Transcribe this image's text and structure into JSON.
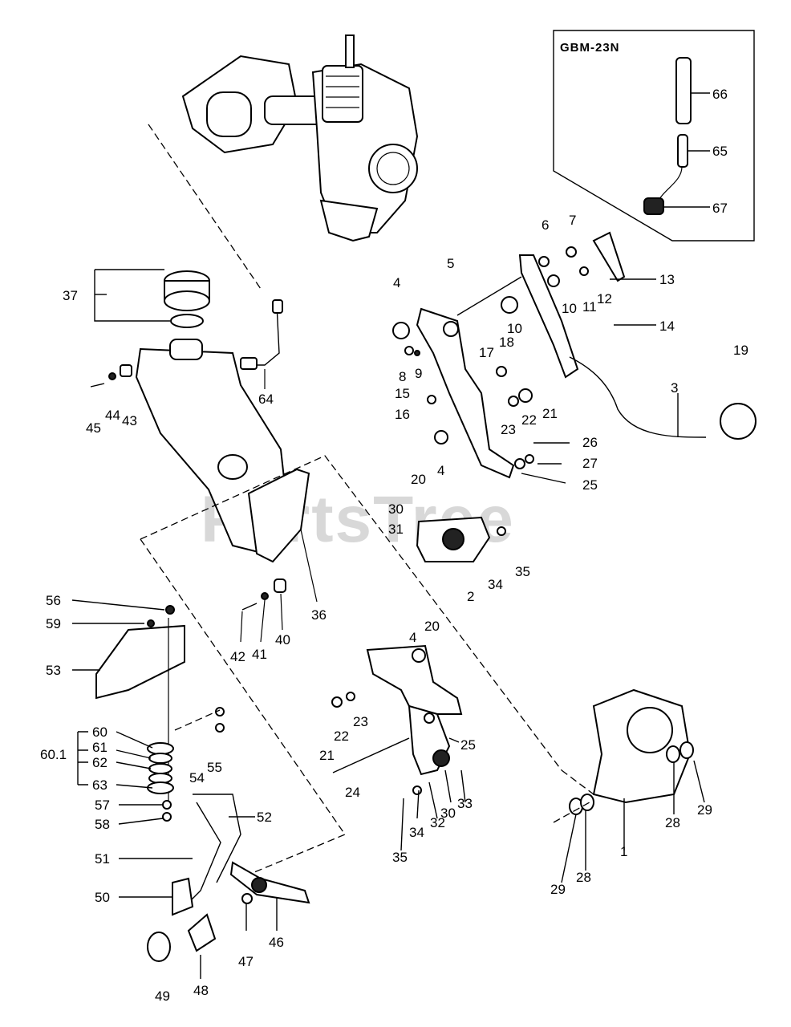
{
  "inset": {
    "title": "GBM-23N"
  },
  "watermark": "PartsTree",
  "callouts": [
    "1",
    "2",
    "3",
    "4",
    "5",
    "6",
    "7",
    "8",
    "9",
    "10",
    "11",
    "12",
    "13",
    "14",
    "15",
    "16",
    "17",
    "18",
    "19",
    "20",
    "21",
    "22",
    "23",
    "24",
    "25",
    "26",
    "27",
    "28",
    "29",
    "30",
    "31",
    "32",
    "33",
    "34",
    "35",
    "36",
    "37",
    "40",
    "41",
    "42",
    "43",
    "44",
    "45",
    "46",
    "47",
    "48",
    "49",
    "50",
    "51",
    "52",
    "53",
    "54",
    "55",
    "56",
    "57",
    "58",
    "59",
    "60",
    "60.1",
    "61",
    "62",
    "63",
    "64",
    "65",
    "66",
    "67"
  ],
  "labels": {
    "l66": "66",
    "l65": "65",
    "l67": "67",
    "l7": "7",
    "l6": "6",
    "l13": "13",
    "l12": "12",
    "l11": "11",
    "l10a": "10",
    "l10b": "10",
    "l5": "5",
    "l4a": "4",
    "l14": "14",
    "l8": "8",
    "l9": "9",
    "l17": "17",
    "l18": "18",
    "l19": "19",
    "l3": "3",
    "l15": "15",
    "l16": "16",
    "l23a": "23",
    "l22a": "22",
    "l21a": "21",
    "l26": "26",
    "l27": "27",
    "l25a": "25",
    "l20a": "20",
    "l4b": "4",
    "l30a": "30",
    "l31": "31",
    "l2": "2",
    "l34a": "34",
    "l35a": "35",
    "l37": "37",
    "l64": "64",
    "l45": "45",
    "l44": "44",
    "l43": "43",
    "l36": "36",
    "l40": "40",
    "l41": "41",
    "l42": "42",
    "l56": "56",
    "l59": "59",
    "l53": "53",
    "l60": "60",
    "l61": "61",
    "l62": "62",
    "l63": "63",
    "l601": "60.1",
    "l54": "54",
    "l55": "55",
    "l57": "57",
    "l58": "58",
    "l52": "52",
    "l51": "51",
    "l50": "50",
    "l49": "49",
    "l48": "48",
    "l47": "47",
    "l46": "46",
    "l4c": "4",
    "l20b": "20",
    "l23b": "23",
    "l22b": "22",
    "l21b": "21",
    "l24": "24",
    "l25b": "25",
    "l35b": "35",
    "l34b": "34",
    "l32": "32",
    "l30b": "30",
    "l33": "33",
    "l29a": "29",
    "l28a": "28",
    "l1": "1",
    "l28b": "28",
    "l29b": "29"
  }
}
